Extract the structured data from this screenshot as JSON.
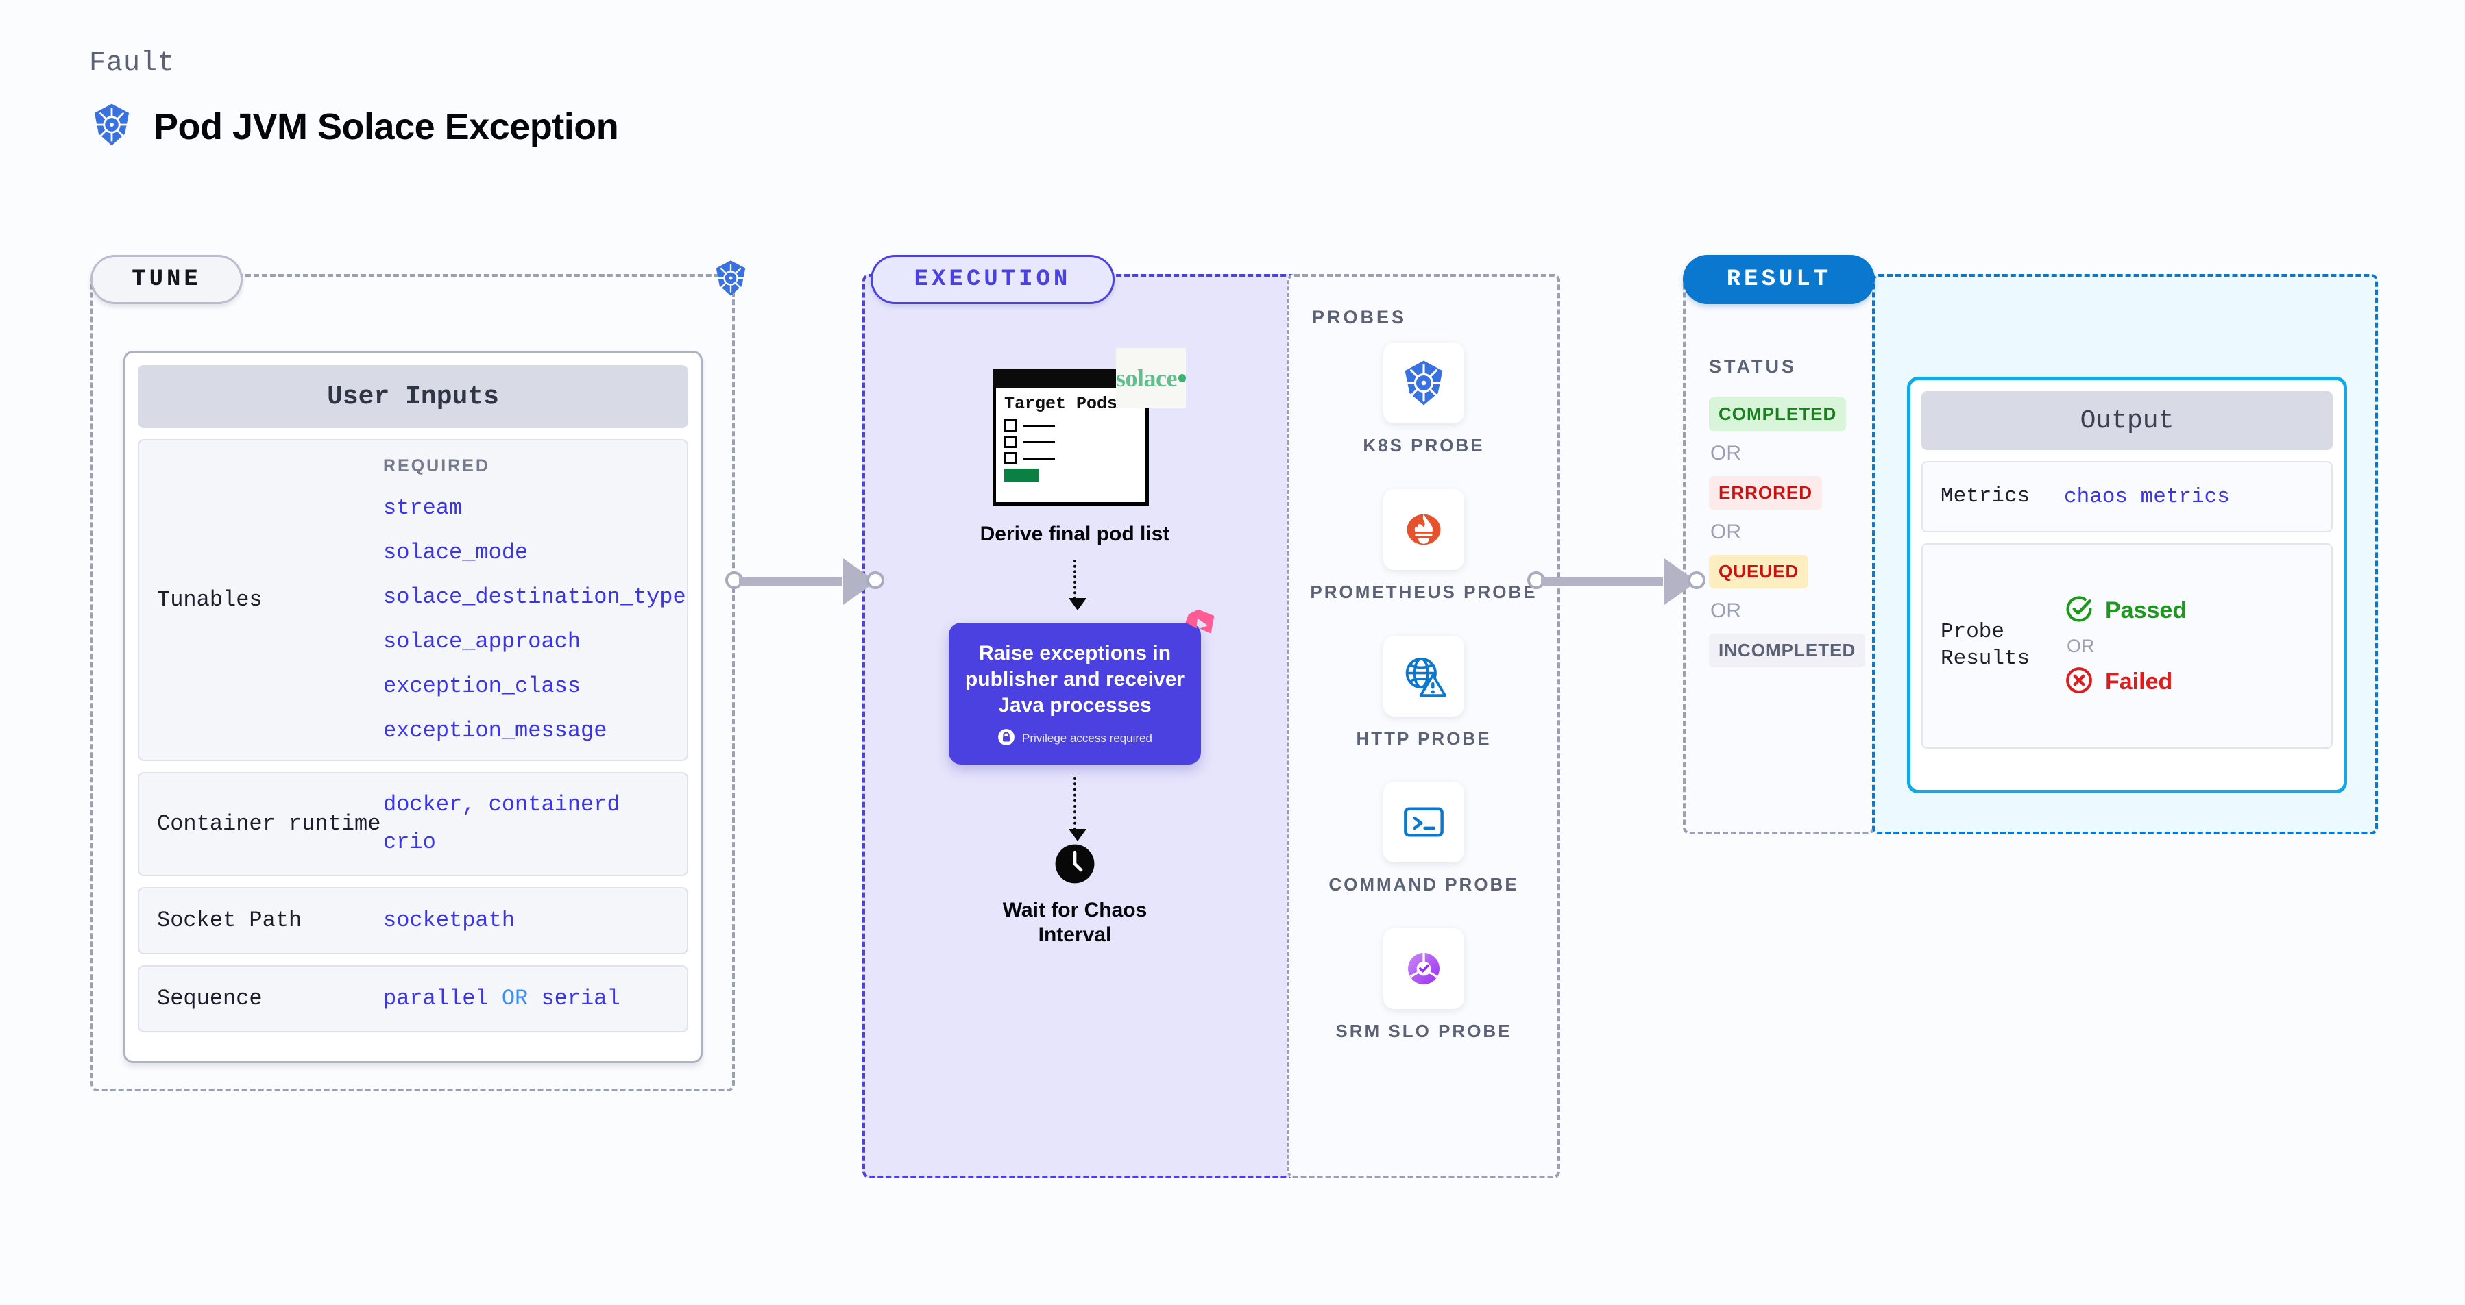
{
  "header": {
    "kicker": "Fault",
    "title": "Pod JVM Solace Exception",
    "icon": "kubernetes-icon"
  },
  "stages": {
    "tune": {
      "label": "TUNE"
    },
    "execution": {
      "label": "EXECUTION"
    },
    "result": {
      "label": "RESULT"
    }
  },
  "tune": {
    "card_title": "User Inputs",
    "rows": [
      {
        "label": "Tunables",
        "required_label": "REQUIRED",
        "values": [
          "stream",
          "solace_mode",
          "solace_destination_type",
          "solace_approach",
          "exception_class",
          "exception_message"
        ]
      },
      {
        "label": "Container runtime",
        "values": [
          "docker",
          "containerd",
          "crio"
        ],
        "separator": ","
      },
      {
        "label": "Socket Path",
        "values": [
          "socketpath"
        ]
      },
      {
        "label": "Sequence",
        "values": [
          "parallel",
          "serial"
        ],
        "joiner": "OR"
      }
    ]
  },
  "execution": {
    "target_pods": {
      "title": "Target Pods",
      "brand": "solace",
      "brand_icon": "solace-logo"
    },
    "step1_caption": "Derive final pod list",
    "action_card": {
      "text": "Raise exceptions in publisher and receiver Java processes",
      "privilege_note": "Privilege access required",
      "privilege_icon": "lock-icon",
      "corner_icon": "litmus-chaos-icon"
    },
    "step3_caption": "Wait for Chaos Interval",
    "step3_icon": "clock-icon"
  },
  "probes": {
    "title": "PROBES",
    "items": [
      {
        "label": "K8S PROBE",
        "icon": "kubernetes-icon"
      },
      {
        "label": "PROMETHEUS PROBE",
        "icon": "prometheus-icon"
      },
      {
        "label": "HTTP PROBE",
        "icon": "globe-warning-icon"
      },
      {
        "label": "COMMAND PROBE",
        "icon": "terminal-icon"
      },
      {
        "label": "SRM SLO PROBE",
        "icon": "srm-slo-icon"
      }
    ]
  },
  "result": {
    "status_title": "STATUS",
    "or_label": "OR",
    "statuses": [
      {
        "label": "COMPLETED",
        "color": "#1a7f1f",
        "bg": "#d9f5d9"
      },
      {
        "label": "ERRORED",
        "color": "#cc1111",
        "bg": "#fdeaea"
      },
      {
        "label": "QUEUED",
        "color": "#cc1111",
        "bg": "#fdeec2"
      },
      {
        "label": "INCOMPLETED",
        "color": "#5b6275",
        "bg": "#f0f0f6"
      }
    ]
  },
  "output": {
    "title": "Output",
    "metrics_label": "Metrics",
    "metrics_value": "chaos metrics",
    "probe_results_label": "Probe Results",
    "passed_label": "Passed",
    "passed_color": "#1a9a1a",
    "passed_icon": "check-circle-icon",
    "or_label": "OR",
    "failed_label": "Failed",
    "failed_color": "#e01b1b",
    "failed_icon": "x-circle-icon"
  },
  "colors": {
    "background": "#fbfcfe",
    "tune_accent": "#9aa0b4",
    "execution_accent": "#4b41e0",
    "result_accent": "#0b78d0",
    "output_accent": "#12a9e8",
    "code_text": "#3a35e8"
  }
}
